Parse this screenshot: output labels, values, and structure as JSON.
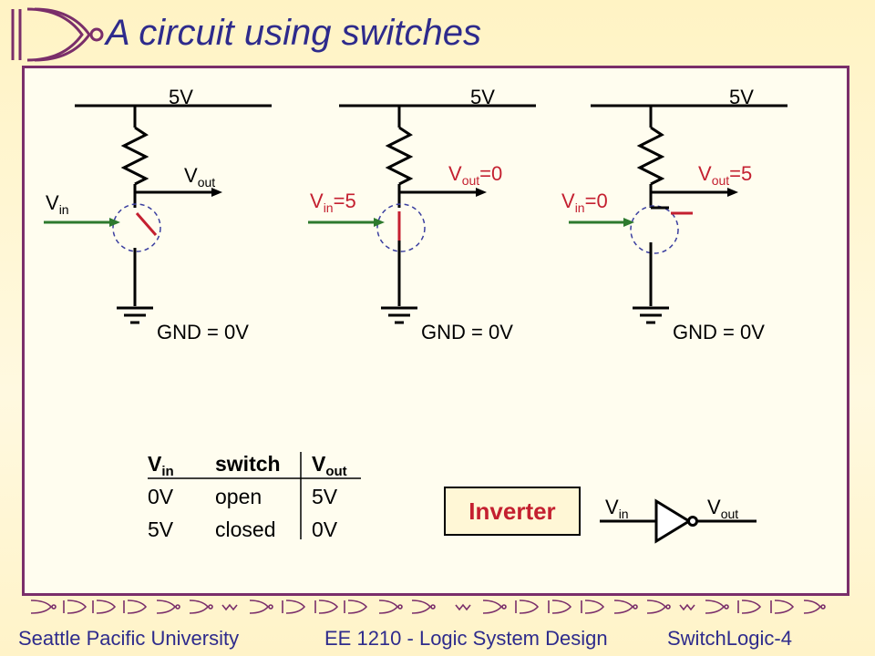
{
  "slide": {
    "title": "A circuit using switches"
  },
  "circuits": [
    {
      "supply": "5V",
      "ground": "GND = 0V",
      "vin_main": "V",
      "vin_sub": "in",
      "vin_suffix": "",
      "vout_main": "V",
      "vout_sub": "out",
      "vout_suffix": ""
    },
    {
      "supply": "5V",
      "ground": "GND = 0V",
      "vin_main": "V",
      "vin_sub": "in",
      "vin_suffix": "=5",
      "vout_main": "V",
      "vout_sub": "out",
      "vout_suffix": "=0"
    },
    {
      "supply": "5V",
      "ground": "GND = 0V",
      "vin_main": "V",
      "vin_sub": "in",
      "vin_suffix": "=0",
      "vout_main": "V",
      "vout_sub": "out",
      "vout_suffix": "=5"
    }
  ],
  "table": {
    "headers": [
      {
        "main": "V",
        "sub": "in"
      },
      {
        "main": "switch",
        "sub": ""
      },
      {
        "main": "V",
        "sub": "out"
      }
    ],
    "rows": [
      [
        "0V",
        "open",
        "5V"
      ],
      [
        "5V",
        "closed",
        "0V"
      ]
    ]
  },
  "inverter": {
    "label": "Inverter",
    "vin_main": "V",
    "vin_sub": "in",
    "vout_main": "V",
    "vout_sub": "out"
  },
  "footer": {
    "university": "Seattle Pacific University",
    "course": "EE 1210 - Logic System Design",
    "slide_id": "SwitchLogic-4"
  },
  "colors": {
    "title": "#2E2B8C",
    "panel_border": "#7A2E6A",
    "accent_red": "#C42030",
    "input_arrow": "#2E7A2E",
    "switch_circle": "#3B3FA0"
  }
}
